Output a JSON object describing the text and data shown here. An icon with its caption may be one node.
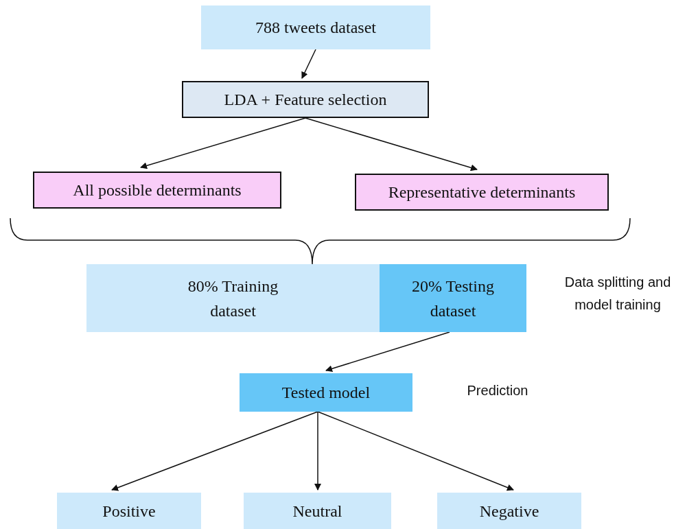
{
  "diagram": {
    "nodes": [
      {
        "text": [
          "788 tweets dataset"
        ]
      },
      {
        "text": [
          "LDA + Feature selection"
        ]
      },
      {
        "text": [
          "All possible determinants"
        ]
      },
      {
        "text": [
          "Representative determinants"
        ]
      },
      {
        "text": [
          "80% Training dataset"
        ]
      },
      {
        "text": [
          "20% Testing dataset"
        ]
      },
      {
        "text": [
          "Tested model"
        ]
      },
      {
        "text": [
          "Positive"
        ]
      },
      {
        "text": [
          "Neutral"
        ]
      },
      {
        "text": [
          "Negative"
        ]
      }
    ],
    "edges": [
      {
        "from": 0,
        "to": 1,
        "arrow": "to"
      },
      {
        "from": 1,
        "to": 2,
        "arrow": "to"
      },
      {
        "from": 1,
        "to": 3,
        "arrow": "to"
      },
      {
        "from": 5,
        "to": 6,
        "arrow": "to"
      },
      {
        "from": 6,
        "to": 7,
        "arrow": "to"
      },
      {
        "from": 6,
        "to": 8,
        "arrow": "to"
      },
      {
        "from": 6,
        "to": 9,
        "arrow": "to"
      }
    ],
    "labels": [
      "Data splitting and model training",
      "Prediction"
    ]
  }
}
